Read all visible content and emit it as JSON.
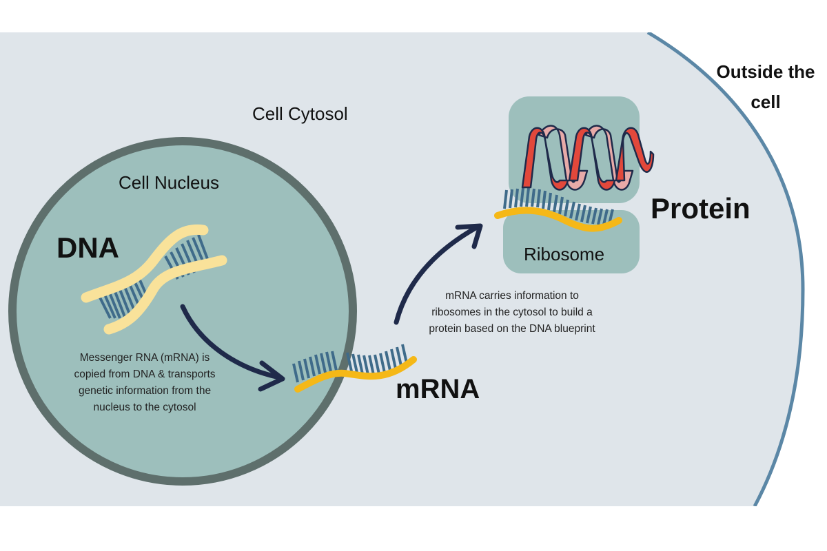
{
  "labels": {
    "cytosol": "Cell Cytosol",
    "outside_line1": "Outside the",
    "outside_line2": "cell",
    "nucleus": "Cell Nucleus",
    "dna": "DNA",
    "mrna": "mRNA",
    "protein": "Protein",
    "ribosome": "Ribosome"
  },
  "notes": {
    "transcription": [
      "Messenger RNA (mRNA) is",
      "copied from DNA &  transports",
      "genetic  information  from the",
      "nucleus to the cytosol"
    ],
    "translation": [
      "mRNA carries information to",
      "ribosomes in the cytosol to build a",
      "protein based on the DNA blueprint"
    ]
  },
  "colors": {
    "cytosol": "#dfe5ea",
    "cell_membrane": "#5b87a6",
    "nucleus_fill": "#9dbfbc",
    "nucleus_border": "#5e6f6c",
    "dna_strand": "#f9e29a",
    "rungs": "#3f6b8a",
    "mrna_strand": "#f5b817",
    "arrow": "#1f2a4a",
    "ribosome": "#9dbfbc",
    "protein_dark": "#e2483b",
    "protein_light": "#e8aaa8",
    "protein_outline": "#1f2a4a"
  }
}
